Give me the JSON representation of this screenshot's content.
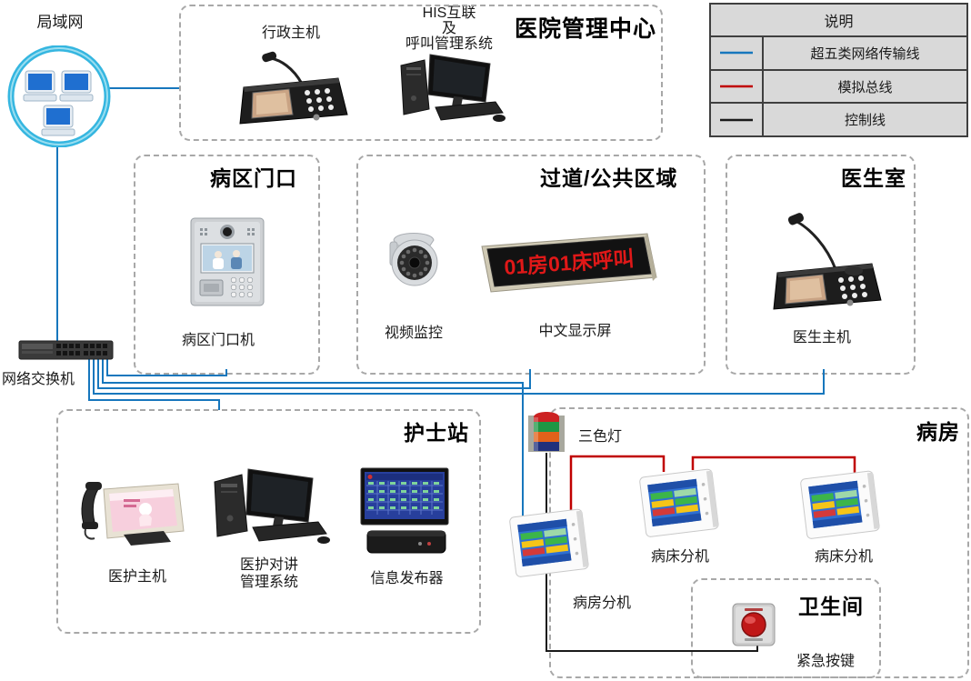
{
  "lan": {
    "label": "局域网"
  },
  "switch": {
    "label": "网络交换机"
  },
  "legend": {
    "title": "说明",
    "items": [
      {
        "label": "超五类网络传输线"
      },
      {
        "label": "模拟总线"
      },
      {
        "label": "控制线"
      }
    ]
  },
  "colors": {
    "network_line": "#1777bd",
    "analog_line": "#c00000",
    "control_line": "#1a1a1a"
  },
  "management": {
    "title": "医院管理中心",
    "admin_host_label": "行政主机",
    "his_lines": [
      "HIS互联",
      "及",
      "呼叫管理系统"
    ]
  },
  "ward_gate": {
    "title": "病区门口",
    "device_label": "病区门口机"
  },
  "corridor": {
    "title": "过道/公共区域",
    "camera_label": "视频监控",
    "display_label": "中文显示屏",
    "display_text": "01房01床呼叫"
  },
  "doctor_room": {
    "title": "医生室",
    "device_label": "医生主机"
  },
  "nurse_station": {
    "title": "护士站",
    "host_label": "医护主机",
    "pc_lines": [
      "医护对讲",
      "管理系统"
    ],
    "publisher_label": "信息发布器"
  },
  "ward": {
    "title": "病房",
    "tricolor_label": "三色灯",
    "room_ext_label": "病房分机",
    "bed_ext1_label": "病床分机",
    "bed_ext2_label": "病床分机"
  },
  "bathroom": {
    "title": "卫生间",
    "button_label": "紧急按键"
  }
}
